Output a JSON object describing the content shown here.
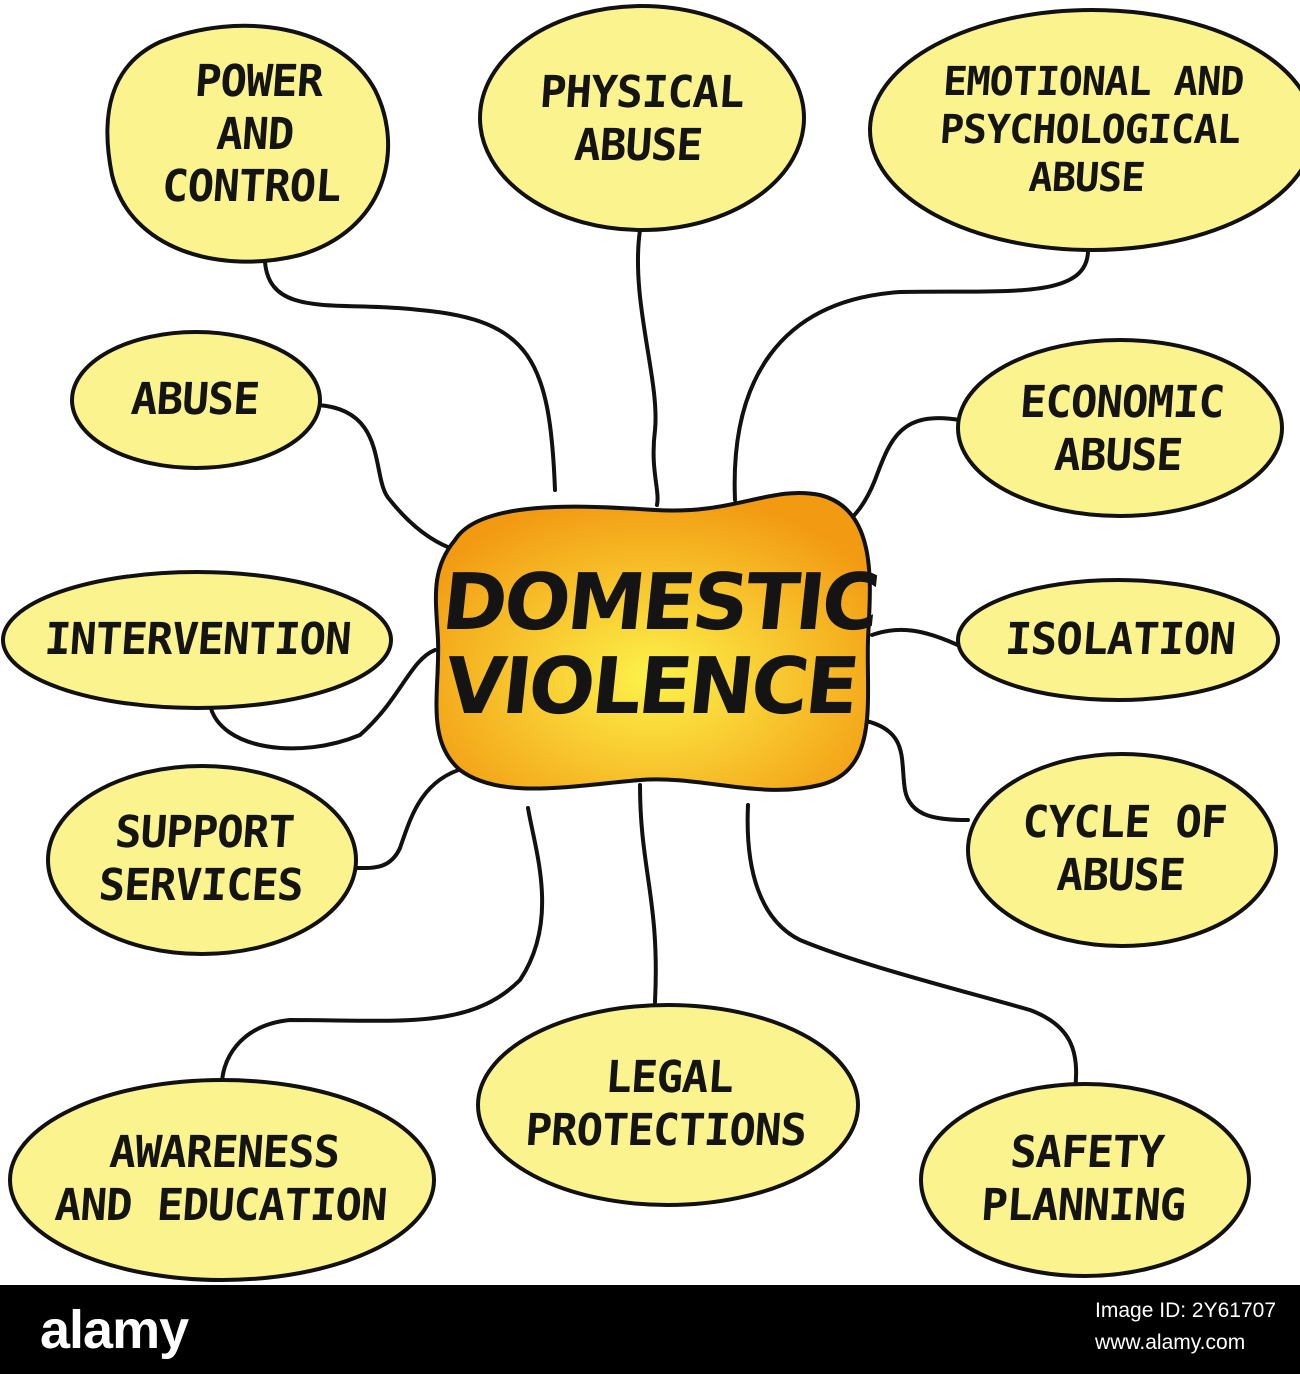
{
  "diagram": {
    "center": {
      "label": "DOMESTIC\nVIOLENCE",
      "fill_light": "#fdf24a",
      "fill_dark": "#f29a12"
    },
    "node_fill": "#fbf48e",
    "line_color": "#111111",
    "nodes": [
      {
        "id": "power-and-control",
        "label": "POWER\nAND\nCONTROL"
      },
      {
        "id": "physical-abuse",
        "label": "PHYSICAL\nABUSE"
      },
      {
        "id": "emotional-and-psychological-abuse",
        "label": "EMOTIONAL AND\nPSYCHOLOGICAL\nABUSE"
      },
      {
        "id": "abuse",
        "label": "ABUSE"
      },
      {
        "id": "economic-abuse",
        "label": "ECONOMIC\nABUSE"
      },
      {
        "id": "intervention",
        "label": "INTERVENTION"
      },
      {
        "id": "isolation",
        "label": "ISOLATION"
      },
      {
        "id": "support-services",
        "label": "SUPPORT\nSERVICES"
      },
      {
        "id": "cycle-of-abuse",
        "label": "CYCLE OF\nABUSE"
      },
      {
        "id": "awareness-and-education",
        "label": "AWARENESS\nAND EDUCATION"
      },
      {
        "id": "legal-protections",
        "label": "LEGAL\nPROTECTIONS"
      },
      {
        "id": "safety-planning",
        "label": "SAFETY\nPLANNING"
      }
    ]
  },
  "footer": {
    "brand": "alamy",
    "image_id_line": "Image ID: 2Y61707",
    "site": "www.alamy.com"
  }
}
